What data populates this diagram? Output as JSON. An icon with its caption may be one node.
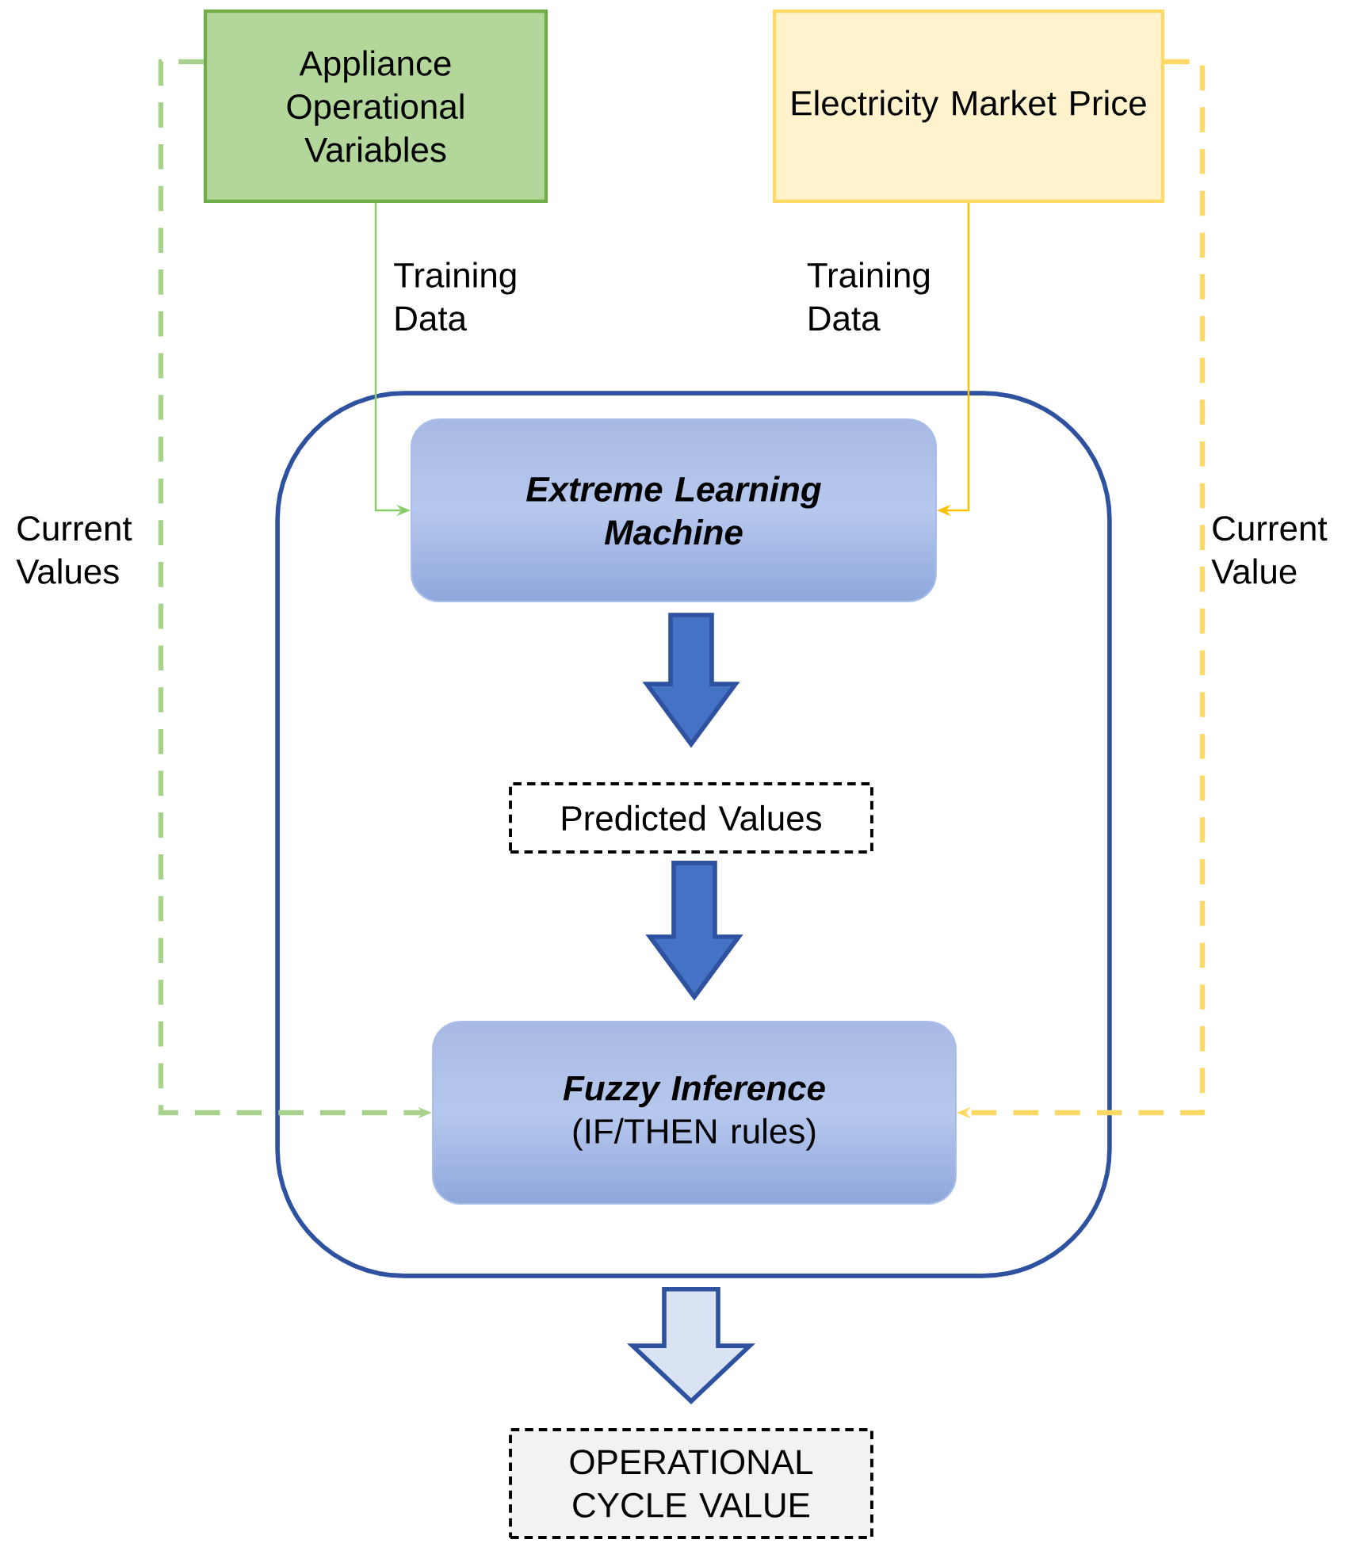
{
  "diagram": {
    "nodes": [
      {
        "text": [
          "Appliance Operational Variables"
        ]
      },
      {
        "text": [
          "Electricity Market Price"
        ]
      },
      {
        "text": [],
        "shape": "box"
      },
      {
        "text": [
          "Extreme Learning Machine"
        ],
        "in": 2
      },
      {
        "text": [
          "Predicted Values"
        ],
        "in": 2
      },
      {
        "text": [
          "Fuzzy Inference",
          "(IF/THEN rules)"
        ],
        "in": 2
      },
      {
        "text": [
          "OPERATIONAL CYCLE VALUE"
        ]
      }
    ],
    "edges": [
      {
        "from": 0,
        "to": 3,
        "arrow": "to",
        "label": "Training Data",
        "color": "#8ccb6a"
      },
      {
        "from": 1,
        "to": 3,
        "arrow": "to",
        "label": "Training Data",
        "color": "#ffc000"
      },
      {
        "from": 0,
        "to": 5,
        "arrow": "to",
        "label": "Current Values",
        "style": "dashed",
        "color": "#a9d18e"
      },
      {
        "from": 1,
        "to": 5,
        "arrow": "to",
        "label": "Current Value",
        "style": "dashed",
        "color": "#ffd966"
      },
      {
        "from": 3,
        "to": 4,
        "arrow": "to",
        "style": "thick"
      },
      {
        "from": 4,
        "to": 5,
        "arrow": "to",
        "style": "thick"
      },
      {
        "from": 2,
        "to": 6,
        "arrow": "to",
        "style": "thick"
      }
    ]
  }
}
